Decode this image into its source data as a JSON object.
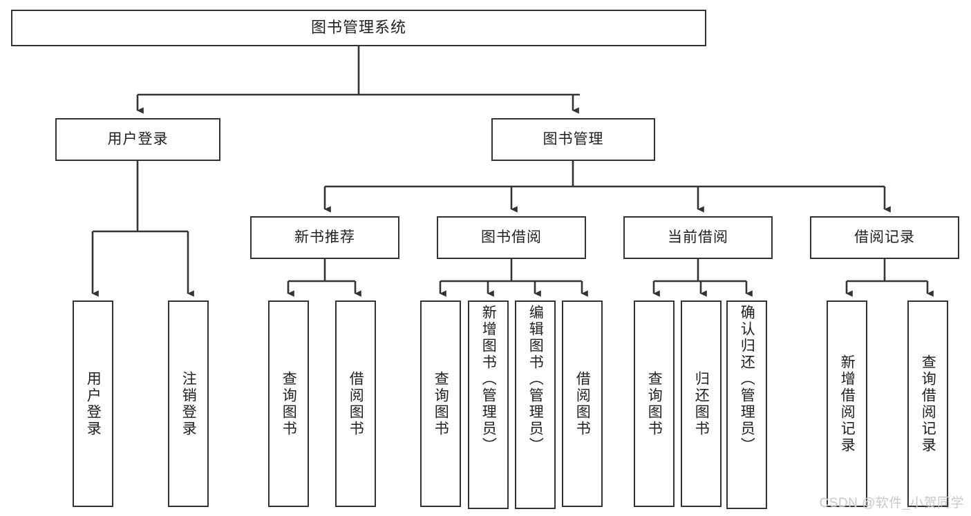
{
  "diagram": {
    "title": "图书管理系统",
    "watermark": "CSDN @软件_小贺同学",
    "stroke_color": "#333333",
    "box_fill": "#ffffff",
    "text_color": "#1f1f1f",
    "levels": {
      "level1": [
        {
          "id": "root",
          "label": "图书管理系统"
        }
      ],
      "level2": [
        {
          "id": "user-login",
          "label": "用户登录"
        },
        {
          "id": "book-manage",
          "label": "图书管理"
        }
      ],
      "level3": [
        {
          "id": "new-book-recommend",
          "label": "新书推荐"
        },
        {
          "id": "book-borrow",
          "label": "图书借阅"
        },
        {
          "id": "current-borrow",
          "label": "当前借阅"
        },
        {
          "id": "borrow-record",
          "label": "借阅记录"
        }
      ],
      "level4": [
        {
          "id": "leaf-user-login",
          "label": "用户登录",
          "parent": "user-login"
        },
        {
          "id": "leaf-logout-login",
          "label": "注销登录",
          "parent": "user-login"
        },
        {
          "id": "leaf-query-book-1",
          "label": "查询图书",
          "parent": "new-book-recommend"
        },
        {
          "id": "leaf-borrow-book-1",
          "label": "借阅图书",
          "parent": "new-book-recommend"
        },
        {
          "id": "leaf-query-book-2",
          "label": "查询图书",
          "parent": "book-borrow"
        },
        {
          "id": "leaf-add-book",
          "label": "新增图书（管理员）",
          "parent": "book-borrow"
        },
        {
          "id": "leaf-edit-book",
          "label": "编辑图书（管理员）",
          "parent": "book-borrow"
        },
        {
          "id": "leaf-borrow-book-2",
          "label": "借阅图书",
          "parent": "book-borrow"
        },
        {
          "id": "leaf-query-book-3",
          "label": "查询图书",
          "parent": "current-borrow"
        },
        {
          "id": "leaf-return-book",
          "label": "归还图书",
          "parent": "current-borrow"
        },
        {
          "id": "leaf-confirm-return",
          "label": "确认归还（管理员）",
          "parent": "current-borrow"
        },
        {
          "id": "leaf-add-record",
          "label": "新增借阅记录",
          "parent": "borrow-record"
        },
        {
          "id": "leaf-query-record",
          "label": "查询借阅记录",
          "parent": "borrow-record"
        }
      ]
    }
  }
}
